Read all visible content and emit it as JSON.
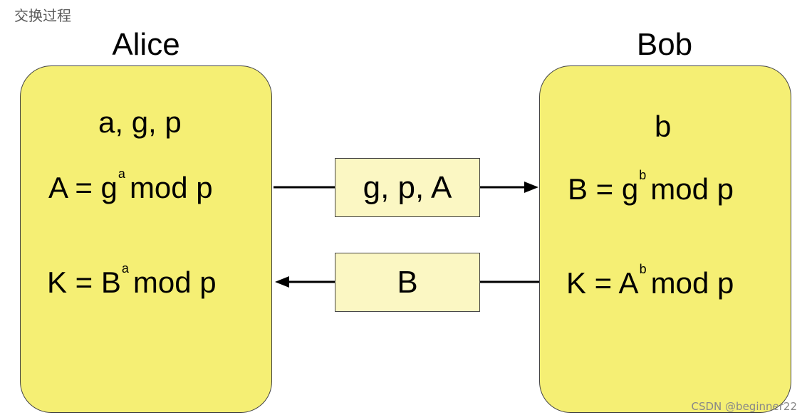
{
  "caption": "交换过程",
  "alice": {
    "name": "Alice",
    "params": "a, g, p",
    "public_key": {
      "lhs": "A = g",
      "exp": "a",
      "rhs": "mod p"
    },
    "shared_key": {
      "lhs": "K = B",
      "exp": "a",
      "rhs": "mod p"
    }
  },
  "bob": {
    "name": "Bob",
    "params": "b",
    "public_key": {
      "lhs": "B = g",
      "exp": "b",
      "rhs": "mod p"
    },
    "shared_key": {
      "lhs": "K = A",
      "exp": "b",
      "rhs": "mod p"
    }
  },
  "messages": {
    "to_bob": "g, p, A",
    "to_alice": "B"
  },
  "watermark": "CSDN @beginner22",
  "colors": {
    "party_fill": "#f5ef74",
    "message_fill": "#fbf7c3"
  }
}
